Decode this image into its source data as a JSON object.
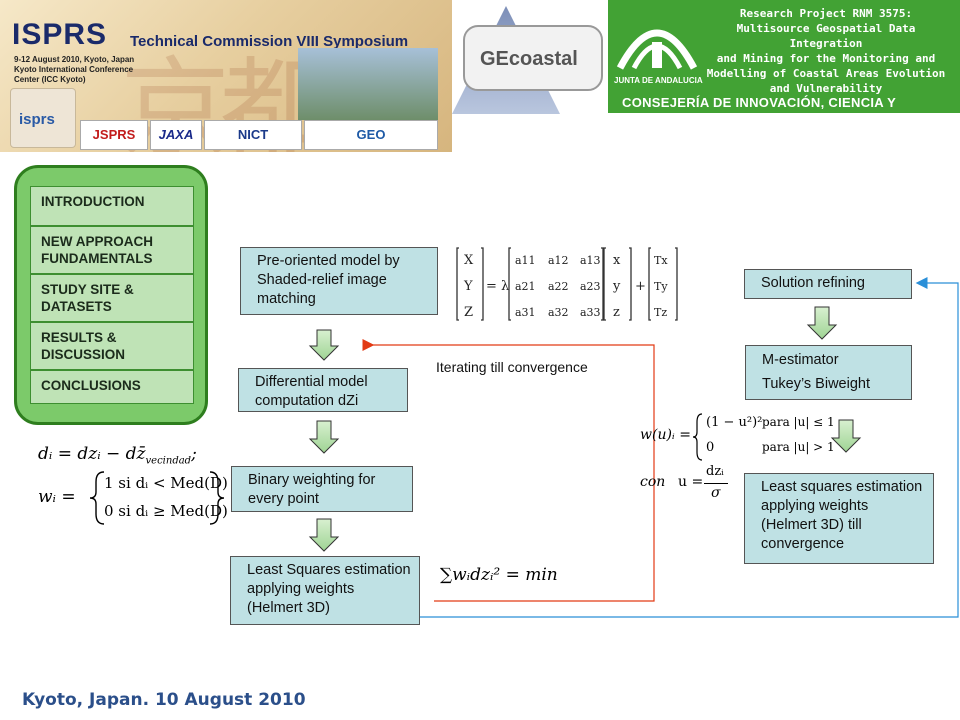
{
  "header": {
    "isprs": {
      "title": "ISPRS",
      "subtitle": "Technical Commission VIII Symposium",
      "dates": "9-12 August 2010, Kyoto, Japan",
      "venue": "Kyoto International Conference Center (ICC Kyoto)",
      "logo": "isprs",
      "sponsors": [
        "JSPRS",
        "JAXA",
        "NICT",
        "GEO"
      ]
    },
    "gecoastal": "GEcoastal",
    "project": {
      "lines": [
        "Research Project RNM 3575:",
        "Multisource Geospatial Data Integration",
        "and Mining for  the Monitoring and",
        "Modelling of Coastal Areas Evolution",
        "and  Vulnerability"
      ],
      "junta": "JUNTA DE ANDALUCIA",
      "consejeria": "CONSEJERÍA DE INNOVACIÓN, CIENCIA Y EMPRESA"
    }
  },
  "nav": {
    "items": [
      "INTRODUCTION",
      "NEW APPROACH FUNDAMENTALS",
      "STUDY SITE & DATASETS",
      "RESULTS & DISCUSSION",
      "CONCLUSIONS"
    ]
  },
  "flow": {
    "preoriented": "Pre-oriented model by Shaded-relief image matching",
    "differential": "Differential model computation dZi",
    "binary": "Binary weighting for every point",
    "leastsq1": "Least Squares estimation applying weights (Helmert 3D)",
    "iterating": "Iterating till convergence",
    "solution": "Solution refining",
    "mestimator": "M-estimator",
    "tukey": "Tukey’s Biweight",
    "leastsq2": "Least squares estimation applying weights (Helmert 3D) till convergence"
  },
  "formulas": {
    "di": "dᵢ = dzᵢ − dz̄",
    "di_sub": "vecindad",
    "wi_lhs": "wᵢ =",
    "wi_case1": "1  si  dᵢ < Med(D)",
    "wi_case2": "0  si  dᵢ ≥ Med(D)",
    "sum": "∑wᵢdzᵢ² = min",
    "helmert_lhs": [
      "X",
      "Y",
      "Z"
    ],
    "helmert_eq": "= λ",
    "helmert_matrix": [
      [
        "a11",
        "a12",
        "a13"
      ],
      [
        "a21",
        "a22",
        "a23"
      ],
      [
        "a31",
        "a32",
        "a33"
      ]
    ],
    "helmert_vec": [
      "x",
      "y",
      "z"
    ],
    "helmert_plus": "+",
    "helmert_t": [
      "Tx",
      "Ty",
      "Tz"
    ],
    "w_lhs": "w(u)ᵢ =",
    "w_case1": "(1 − u²)²",
    "w_case1_cond": "para |u| ≤ 1",
    "w_case2": "0",
    "w_case2_cond": "para |u| > 1",
    "con": "con",
    "u_eq": "u =",
    "u_num": "dzᵢ",
    "u_den": "σ"
  },
  "footer": "Kyoto, Japan. 10 August 2010"
}
